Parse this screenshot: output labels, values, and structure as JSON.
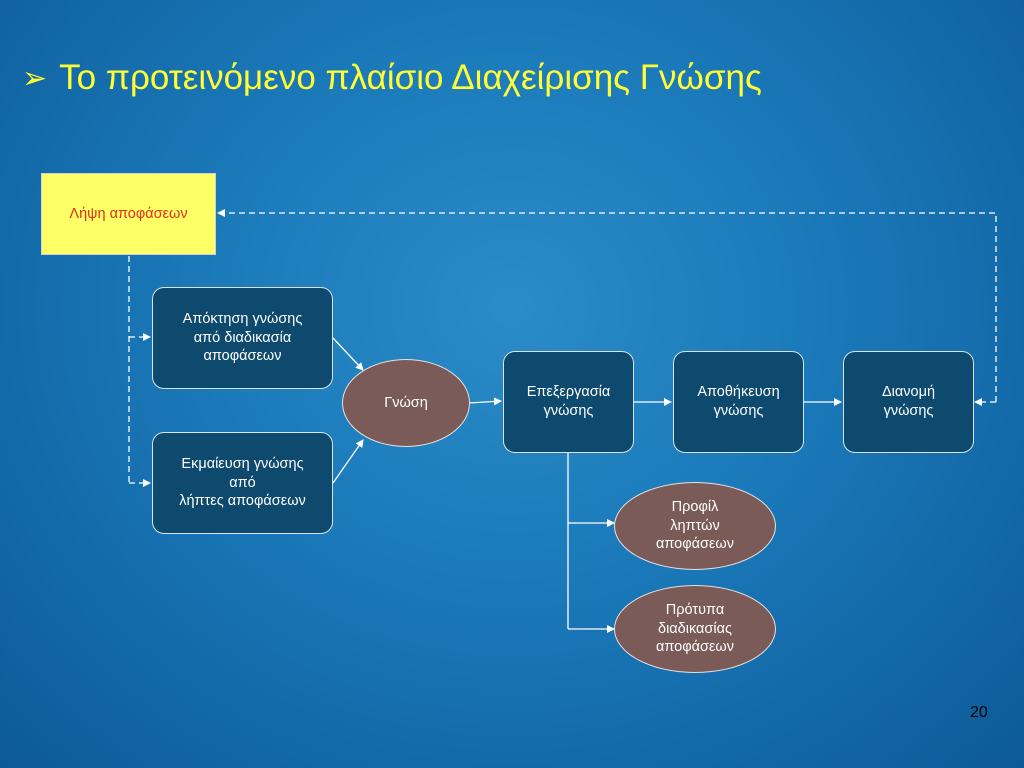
{
  "title": {
    "bullet": "➢",
    "text": "Το προτεινόμενο πλαίσιο Διαχείρισης Γνώσης"
  },
  "nodes": {
    "decision_making": "Λήψη αποφάσεων",
    "acquisition": "Απόκτηση γνώσης\nαπό διαδικασία\nαποφάσεων",
    "elicitation": "Εκμαίευση γνώσης\nαπό\nλήπτες αποφάσεων",
    "knowledge": "Γνώση",
    "processing": "Επεξεργασία\nγνώσης",
    "storage": "Αποθήκευση\nγνώσης",
    "distribution": "Διανομή\nγνώσης",
    "profiles": "Προφίλ\nληπτών\nαποφάσεων",
    "patterns": "Πρότυπα\nδιαδικασίας\nαποφάσεων"
  },
  "page_number": "20",
  "colors": {
    "title": "#ffff33",
    "decision_fill": "#ffff66",
    "decision_text": "#e0301e",
    "box_fill": "#0d4a6e",
    "ellipse_fill": "#7a5b58"
  }
}
